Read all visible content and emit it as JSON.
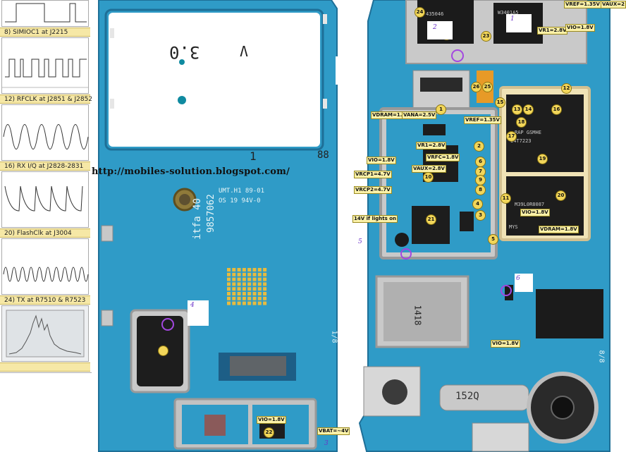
{
  "scope_panel": {
    "labels": [
      "8) SIMIOC1 at J2215",
      "12) RFCLK at J2851 & J2852",
      "16) RX I/Q at J2828-2831",
      "20) FlashClk at J3004",
      "24) TX at R7510 & R7523"
    ]
  },
  "watermark": {
    "url": "http://mobiles-solution.blogspot.com/"
  },
  "silkscreen": {
    "display_mark": "3.0",
    "display_mark2": "V",
    "board_code": "UMT.H1 89-01",
    "board_code2": "OS 19 94V-0",
    "part_code": "itfa 40",
    "part_code2": "9857062",
    "page_mark_left": "1/8",
    "page_mark_right": "8/8",
    "num_1": "1",
    "num_88": "88",
    "vib_code": "152Q",
    "flash_mark": "1418",
    "chip1": "435046",
    "chip2": "W3401A5",
    "chip3": "I4T7223",
    "chip4": "RAP GSMHE",
    "chip5": "M39L0R8087",
    "chip6": "MYS"
  },
  "voltage_labels": [
    "VREF=1.35V",
    "VAUX=2",
    "VR1=2.8V",
    "VIO=1.8V",
    "VDRAM=1.8V",
    "VANA=2.5V",
    "VREF=1.35V",
    "VR1=2.8V",
    "VRFC=1.8V",
    "VIO=1.8V",
    "VAUX=2.8V",
    "VRCP1=4.7V",
    "VRCP2=4.7V",
    "14V if lights on",
    "VIO=1.8V",
    "VDRAM=1.8V",
    "VIO=1.8V",
    "VIO=1.8V",
    "VBAT=~4V"
  ],
  "markers": [
    "24",
    "23",
    "23",
    "26",
    "25",
    "1",
    "12",
    "13",
    "14",
    "15",
    "16",
    "17",
    "18",
    "19",
    "20",
    "2",
    "3",
    "4",
    "5",
    "6",
    "7",
    "8",
    "9",
    "10",
    "11",
    "21",
    "22"
  ],
  "regions": [
    "1",
    "2",
    "3",
    "4",
    "5",
    "6"
  ],
  "colors": {
    "pcb": "#2f9bc7",
    "pcb_dark": "#1e6f97",
    "gold": "#d8b14a",
    "label_bg": "#fbf1a8",
    "region": "#6a32c8"
  }
}
